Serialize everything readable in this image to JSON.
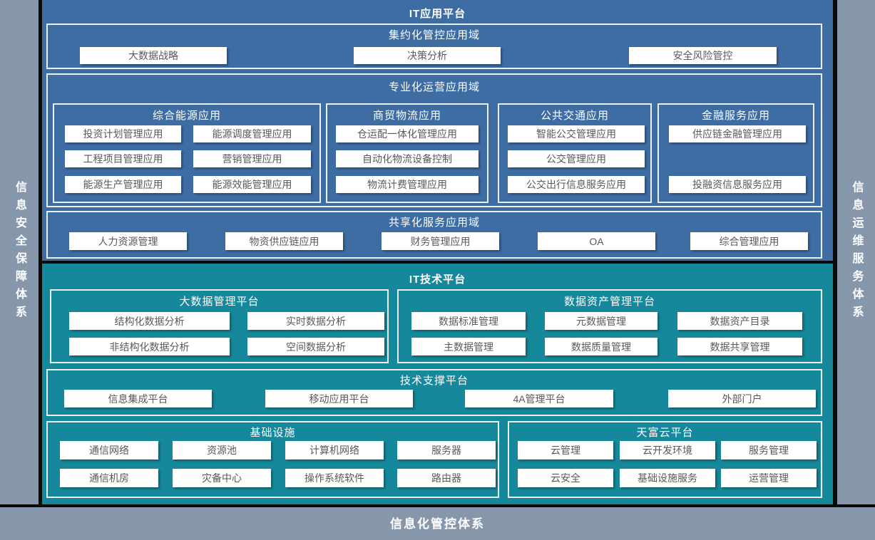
{
  "frame": {
    "left_sidebar": "信息安全保障体系",
    "right_sidebar": "信息运维服务体系",
    "bottom_bar": "信息化管控体系"
  },
  "colors": {
    "sidebar_gray": "#8697ac",
    "app_blue": "#3e6da4",
    "tech_teal": "#16889b",
    "frame_black": "#0a0a0a",
    "node_bg": "#ffffff",
    "node_text": "#595959",
    "box_border": "#edf1f6"
  },
  "app_platform": {
    "title": "IT应用平台",
    "intensive": {
      "title": "集约化管控应用域",
      "items": [
        "大数据战略",
        "决策分析",
        "安全风险管控"
      ]
    },
    "specialized": {
      "title": "专业化运营应用域",
      "groups": [
        {
          "title": "综合能源应用",
          "items": [
            "投资计划管理应用",
            "能源调度管理应用",
            "工程项目管理应用",
            "营销管理应用",
            "能源生产管理应用",
            "能源效能管理应用"
          ]
        },
        {
          "title": "商贸物流应用",
          "items": [
            "仓运配一体化管理应用",
            "自动化物流设备控制",
            "物流计费管理应用"
          ]
        },
        {
          "title": "公共交通应用",
          "items": [
            "智能公交管理应用",
            "公交管理应用",
            "公交出行信息服务应用"
          ]
        },
        {
          "title": "金融服务应用",
          "items": [
            "供应链金融管理应用",
            "投融资信息服务应用"
          ]
        }
      ]
    },
    "shared": {
      "title": "共享化服务应用域",
      "items": [
        "人力资源管理",
        "物资供应链应用",
        "财务管理应用",
        "OA",
        "综合管理应用"
      ]
    }
  },
  "tech_platform": {
    "title": "IT技术平台",
    "bigdata": {
      "title": "大数据管理平台",
      "items": [
        "结构化数据分析",
        "实时数据分析",
        "非结构化数据分析",
        "空间数据分析"
      ]
    },
    "data_asset": {
      "title": "数据资产管理平台",
      "items": [
        "数据标准管理",
        "元数据管理",
        "数据资产目录",
        "主数据管理",
        "数据质量管理",
        "数据共享管理"
      ]
    },
    "tech_support": {
      "title": "技术支撑平台",
      "items": [
        "信息集成平台",
        "移动应用平台",
        "4A管理平台",
        "外部门户"
      ]
    },
    "infrastructure": {
      "title": "基础设施",
      "items": [
        "通信网络",
        "资源池",
        "计算机网络",
        "服务器",
        "通信机房",
        "灾备中心",
        "操作系统软件",
        "路由器"
      ]
    },
    "cloud": {
      "title": "天富云平台",
      "items": [
        "云管理",
        "云开发环境",
        "服务管理",
        "云安全",
        "基础设施服务",
        "运营管理"
      ]
    }
  }
}
